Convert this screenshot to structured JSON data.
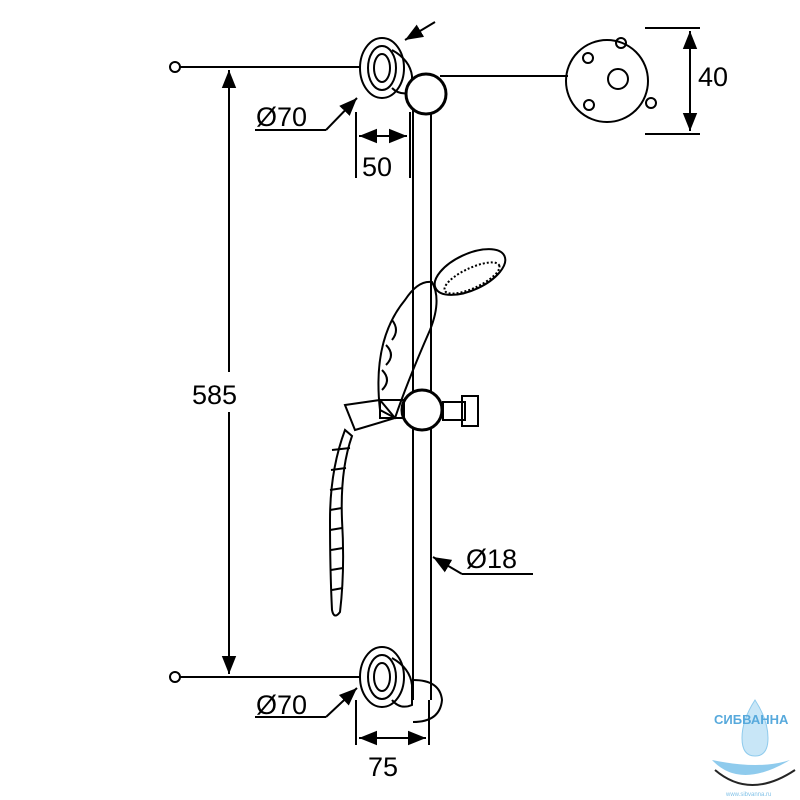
{
  "dimensions": {
    "top_rosette_diameter": "Ø70",
    "top_offset": "50",
    "flange_diameter": "40",
    "total_height": "585",
    "rail_diameter": "Ø18",
    "bottom_rosette_diameter": "Ø70",
    "bottom_offset": "75"
  },
  "logo": {
    "name": "СИБВАННА",
    "url": "www.sibvanna.ru",
    "color": "#3a9bd6"
  }
}
